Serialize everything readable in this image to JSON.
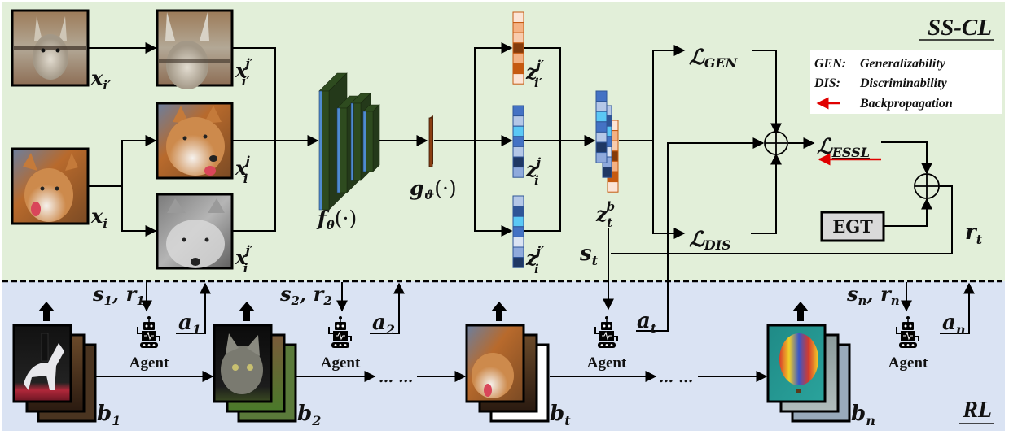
{
  "colors": {
    "top_panel_bg": "#e2efd9",
    "bottom_panel_bg": "#dae3f3",
    "encoder_green": "#2e4b1f",
    "encoder_blue": "#4f8bd0",
    "projector_brown": "#8b3e12",
    "backprop_red": "#e00000",
    "egt_fill": "#d9d9d9",
    "vector_orange_palette": [
      "#fce4d6",
      "#f4b183",
      "#f8cbad",
      "#843c0c",
      "#f4b183",
      "#c55a11",
      "#fce4d6"
    ],
    "vector_blue_mid": [
      "#4472c4",
      "#b4c7e7",
      "#5bc8f5",
      "#4472c4",
      "#b4c7e7",
      "#1f3864",
      "#8faadc"
    ],
    "vector_blue_low": [
      "#b4c7e7",
      "#2f5597",
      "#5bc8f5",
      "#4472c4",
      "#dae3f3",
      "#8faadc",
      "#1f3864"
    ]
  },
  "sections": {
    "top_title": "SS-CL",
    "bottom_title": "RL"
  },
  "legend": {
    "items": [
      {
        "key": "GEN:",
        "value": "Generalizability"
      },
      {
        "key": "DIS:",
        "value": "Discriminability"
      },
      {
        "key": "arrow",
        "value": "Backpropagation",
        "icon": "red-left-arrow-icon"
      }
    ]
  },
  "images": {
    "x_i_prime": {
      "label": "x",
      "sub": "i′",
      "content": "llama"
    },
    "x_i": {
      "label": "x",
      "sub": "i",
      "content": "husky"
    },
    "x_i_prime_aug": {
      "label": "x",
      "sub": "i′",
      "sup": "j′",
      "content": "llama-augmented"
    },
    "x_i_aug_j": {
      "label": "x",
      "sub": "i",
      "sup": "j",
      "content": "husky-augmented"
    },
    "x_i_aug_jp": {
      "label": "x",
      "sub": "i",
      "sup": "j′",
      "content": "husky-grayscale"
    }
  },
  "network": {
    "encoder": {
      "label": "f",
      "sub": "θ",
      "arg": "(·)"
    },
    "projector": {
      "label": "g",
      "sub": "ϑ",
      "arg": "(·)"
    }
  },
  "embeddings": {
    "z_ip_jp": {
      "label": "z",
      "sub": "i′",
      "sup": "j′"
    },
    "z_i_j": {
      "label": "z",
      "sub": "i",
      "sup": "j"
    },
    "z_i_jp": {
      "label": "z",
      "sub": "i",
      "sup": "j′"
    },
    "z_t_b": {
      "label": "z",
      "sub": "t",
      "sup": "b"
    }
  },
  "losses": {
    "gen": {
      "label": "ℒ",
      "sub": "GEN"
    },
    "dis": {
      "label": "ℒ",
      "sub": "DIS"
    },
    "essl": {
      "label": "ℒ",
      "sub": "ESSL"
    }
  },
  "egt": {
    "label": "EGT"
  },
  "signals": {
    "s_t": {
      "label": "s",
      "sub": "t"
    },
    "r_t": {
      "label": "r",
      "sub": "t"
    },
    "a_t": {
      "label": "a",
      "sub": "t"
    }
  },
  "rl_steps": [
    {
      "batch": "b",
      "sub": "1",
      "state": "s",
      "reward": "r",
      "action": "a",
      "content": "horse-rider",
      "agent": "Agent"
    },
    {
      "batch": "b",
      "sub": "2",
      "state": "s",
      "reward": "r",
      "action": "a",
      "content": "cat",
      "agent": "Agent"
    },
    {
      "batch": "b",
      "sub": "t",
      "action": "a",
      "content": "husky",
      "agent": "Agent"
    },
    {
      "batch": "b",
      "sub": "n",
      "state": "s",
      "reward": "r",
      "action": "a",
      "content": "hot-air-balloon",
      "agent": "Agent"
    }
  ],
  "ellipsis": "… …"
}
